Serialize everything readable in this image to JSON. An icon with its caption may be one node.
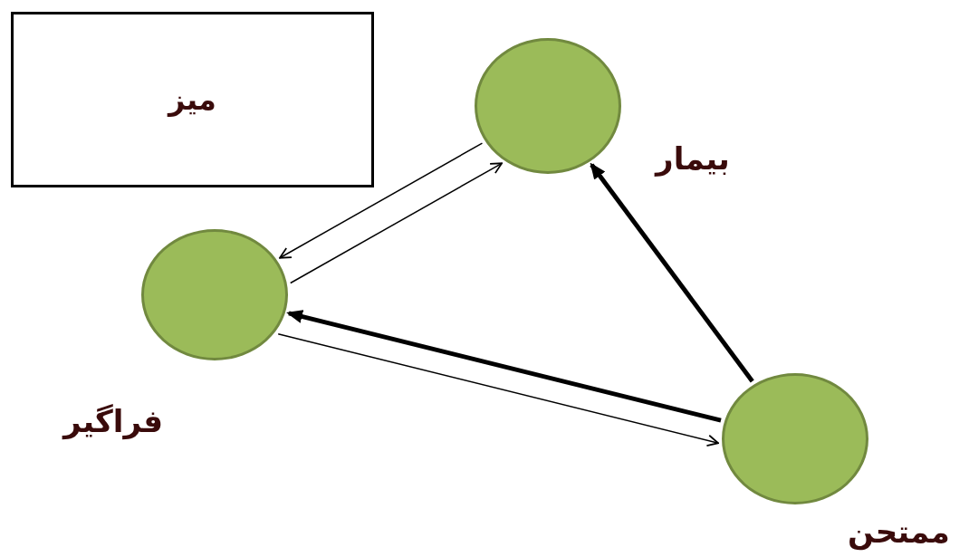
{
  "diagram": {
    "nodes": [
      {
        "text": [
          "میز"
        ]
      },
      {
        "text": [],
        "shape": "circle",
        "beside": [
          "بیمار"
        ]
      },
      {
        "text": [],
        "shape": "circle",
        "beside": [
          "فراگیر"
        ]
      },
      {
        "text": [],
        "shape": "circle",
        "beside": [
          "ممتحن"
        ]
      }
    ],
    "edges": [
      {
        "from": 2,
        "to": 1,
        "arrow": "to"
      },
      {
        "from": 1,
        "to": 2,
        "arrow": "to"
      },
      {
        "from": 2,
        "to": 3,
        "arrow": "to"
      },
      {
        "from": 3,
        "to": 1,
        "arrow": "to",
        "style": "thick"
      },
      {
        "from": 3,
        "to": 2,
        "arrow": "to",
        "style": "thick"
      }
    ]
  }
}
